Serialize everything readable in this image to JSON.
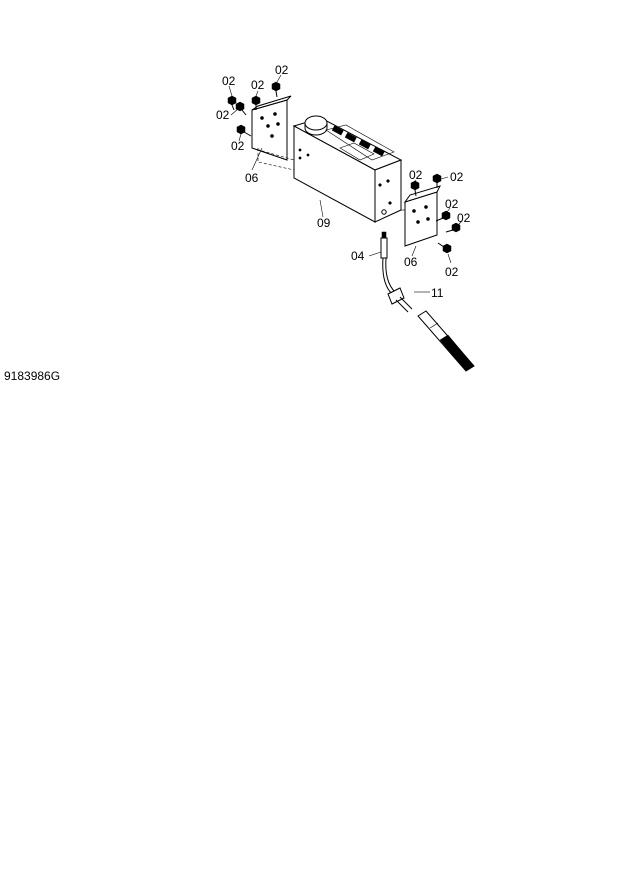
{
  "figure_number": "9183986G",
  "callouts": {
    "bolt_a": "02",
    "bolt_b": "02",
    "bolt_c": "02",
    "bolt_d": "02",
    "bolt_e": "02",
    "bolt_f": "02",
    "bolt_g": "02",
    "bolt_h": "02",
    "bolt_i": "02",
    "bolt_j": "02",
    "bracket_left": "06",
    "bracket_right": "06",
    "box": "09",
    "connector": "04",
    "clamp": "11"
  }
}
